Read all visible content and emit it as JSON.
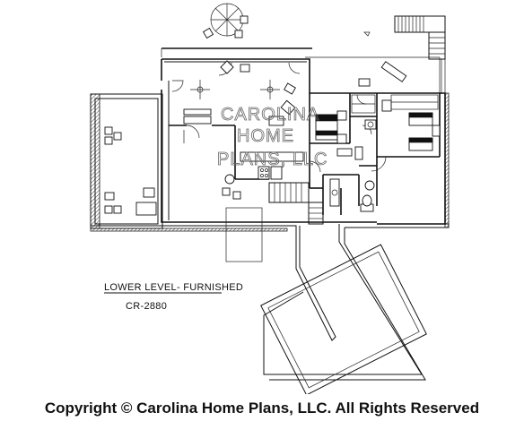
{
  "plan": {
    "title": "LOWER LEVEL- FURNISHED",
    "plan_number": "CR-2880",
    "watermark_lines": [
      "CAROLINA",
      "HOME",
      "PLANS, LLC"
    ]
  },
  "footer": {
    "copyright": "Copyright © Carolina Home Plans, LLC. All Rights Reserved"
  },
  "colors": {
    "line": "#111111",
    "background": "#ffffff",
    "watermark": "#666666"
  }
}
